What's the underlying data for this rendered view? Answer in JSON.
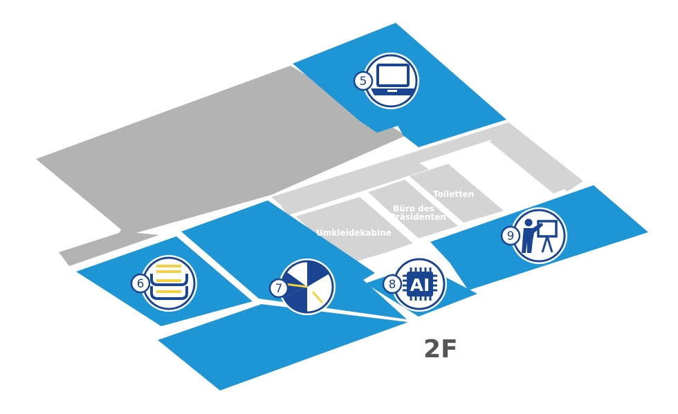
{
  "floor": "2F",
  "colors": {
    "blue": "#1e96d5",
    "dark_gray": "#b3b3b3",
    "light_gray": "#d4d4d4",
    "navy": "#1a4592",
    "accent": "#f3d03e"
  },
  "labels": {
    "toilets": "Toiletten",
    "president_office_line1": "Büro des",
    "president_office_line2": "Präsidenten",
    "changing_room": "Umkleidekabine",
    "ai": "AI"
  },
  "markers": [
    {
      "number": "5",
      "icon": "laptop-icon"
    },
    {
      "number": "6",
      "icon": "server-stack-icon"
    },
    {
      "number": "7",
      "icon": "pie-chart-icon"
    },
    {
      "number": "8",
      "icon": "ai-chip-icon"
    },
    {
      "number": "9",
      "icon": "presenter-icon"
    }
  ]
}
